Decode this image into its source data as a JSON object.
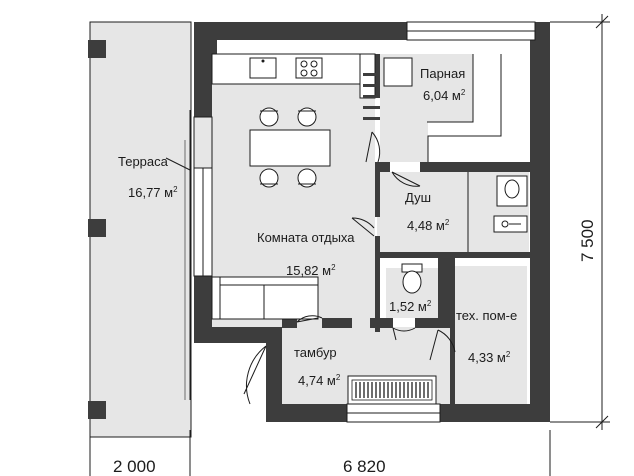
{
  "rooms": [
    {
      "id": "terrace",
      "name": "Терраса",
      "area": "16,77 м",
      "sup": "2"
    },
    {
      "id": "rest",
      "name": "Комната отдыха",
      "area": "15,82 м",
      "sup": "2"
    },
    {
      "id": "sauna",
      "name": "Парная",
      "area": "6,04 м",
      "sup": "2"
    },
    {
      "id": "shower",
      "name": "Душ",
      "area": "4,48 м",
      "sup": "2"
    },
    {
      "id": "wc",
      "name": "",
      "area": "1,52 м",
      "sup": "2"
    },
    {
      "id": "tech",
      "name": "тех. пом-е",
      "area": "4,33 м",
      "sup": "2"
    },
    {
      "id": "vestibule",
      "name": "тамбур",
      "area": "4,74 м",
      "sup": "2"
    }
  ],
  "dimensions": {
    "terrace_width": "2 000",
    "house_width": "6 820",
    "house_depth": "7 500"
  },
  "colors": {
    "wall": "#3d3d3d",
    "floor": "#e6e6e6",
    "line": "#1c1c1c"
  }
}
